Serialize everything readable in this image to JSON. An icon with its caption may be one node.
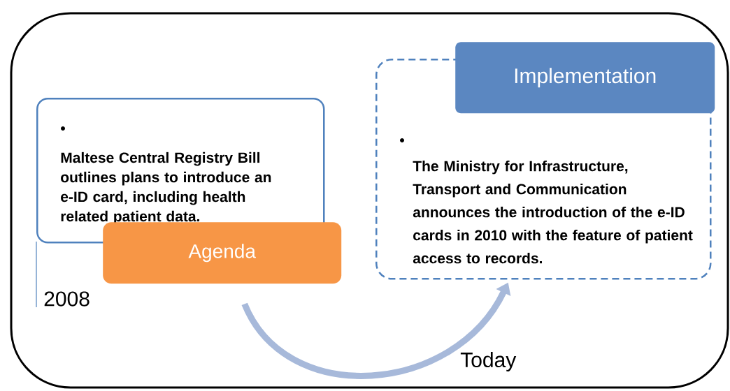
{
  "diagram": {
    "nodes": [
      {
        "text": [
          "Maltese Central Registry Bill outlines plans to introduce an e-ID card, including health related patient data."
        ]
      },
      {
        "text": [
          "Agenda"
        ]
      },
      {
        "text": [
          "The Ministry for Infrastructure, Transport and Communication announces the introduction of the e-ID cards in 2010 with the feature of patient access to records."
        ]
      },
      {
        "text": [
          "Implementation"
        ]
      }
    ],
    "edges": [
      {
        "from": 1,
        "to": 2,
        "arrow": "to"
      }
    ],
    "labels": [
      "2008",
      "Today"
    ]
  }
}
